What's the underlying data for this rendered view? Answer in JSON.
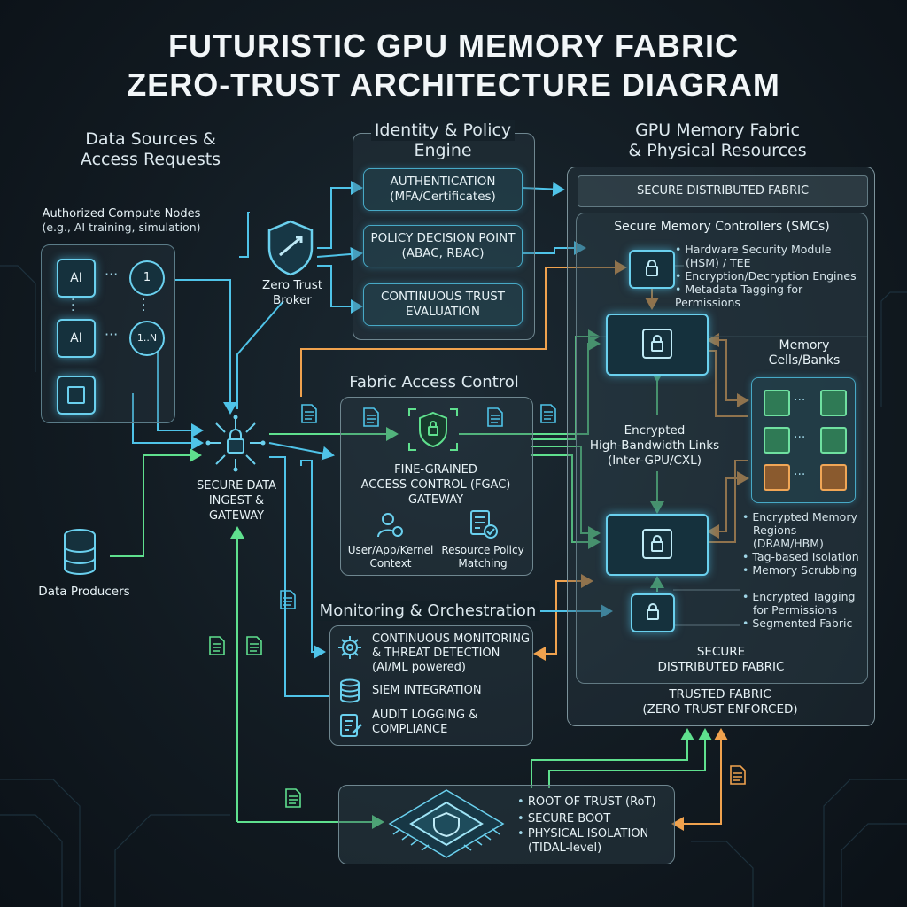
{
  "title": {
    "line1": "FUTURISTIC GPU MEMORY FABRIC",
    "line2": "ZERO-TRUST ARCHITECTURE DIAGRAM"
  },
  "columns": {
    "sources": {
      "line1": "Data Sources &",
      "line2": "Access Requests"
    },
    "policy": {
      "line1": "Identity & Policy",
      "line2": "Engine"
    },
    "fabric": {
      "line1": "GPU Memory Fabric",
      "line2": "& Physical Resources"
    }
  },
  "compute_nodes": {
    "label": "Authorized Compute Nodes",
    "sublabel": "(e.g., AI training, simulation)",
    "chip_text": "AI",
    "ellipsis": "···",
    "node_first": "1",
    "node_last": "1..N"
  },
  "data_producers": {
    "label": "Data Producers"
  },
  "zero_trust_broker": {
    "line1": "Zero Trust",
    "line2": "Broker"
  },
  "policy_engine": {
    "authentication": {
      "line1": "AUTHENTICATION",
      "line2": "(MFA/Certificates)"
    },
    "pdp": {
      "line1": "POLICY DECISION POINT",
      "line2": "(ABAC, RBAC)"
    },
    "cte": {
      "line1": "CONTINUOUS TRUST",
      "line2": "EVALUATION"
    }
  },
  "gateway": {
    "line1": "SECURE DATA",
    "line2": "INGEST &",
    "line3": "GATEWAY"
  },
  "fabric_access": {
    "title": "Fabric Access Control",
    "fgac": {
      "line1": "FINE-GRAINED",
      "line2": "ACCESS CONTROL (FGAC)",
      "line3": "GATEWAY"
    },
    "user_ctx": {
      "line1": "User/App/Kernel",
      "line2": "Context"
    },
    "resource": {
      "line1": "Resource Policy",
      "line2": "Matching"
    }
  },
  "monitoring": {
    "title": "Monitoring & Orchestration",
    "items": [
      {
        "line1": "CONTINUOUS MONITORING",
        "line2": "& THREAT DETECTION",
        "line3": "(AI/ML powered)"
      },
      {
        "line1": "SIEM INTEGRATION"
      },
      {
        "line1": "AUDIT LOGGING &",
        "line2": "COMPLIANCE"
      }
    ]
  },
  "fabric_panel": {
    "header": "SECURE DISTRIBUTED FABRIC",
    "smc_title": "Secure Memory Controllers (SMCs)",
    "smc_bullets": [
      "Hardware Security Module",
      "(HSM) / TEE",
      "Encryption/Decryption Engines",
      "Metadata Tagging for Permissions"
    ],
    "memory_title": {
      "line1": "Memory",
      "line2": "Cells/Banks"
    },
    "links": {
      "line1": "Encrypted",
      "line2": "High-Bandwidth Links",
      "line3": "(Inter-GPU/CXL)"
    },
    "memory_bullets": [
      "Encrypted Memory",
      "Regions (DRAM/HBM)",
      "Tag-based Isolation",
      "Memory Scrubbing"
    ],
    "tag_bullets": [
      "Encrypted Tagging",
      "for Permissions",
      "Segmented Fabric"
    ],
    "bottom_inner": {
      "line1": "SECURE",
      "line2": "DISTRIBUTED FABRIC"
    },
    "bottom_outer": {
      "line1": "TRUSTED FABRIC",
      "line2": "(ZERO TRUST ENFORCED)"
    }
  },
  "root_of_trust": {
    "items": [
      "ROOT OF TRUST (RoT)",
      "SECURE BOOT",
      "PHYSICAL ISOLATION",
      "(TIDAL-level)"
    ]
  },
  "colors": {
    "blue": "#4fc3e8",
    "green": "#5fe08e",
    "orange": "#f0a24e",
    "panel_border": "#6f8790"
  }
}
